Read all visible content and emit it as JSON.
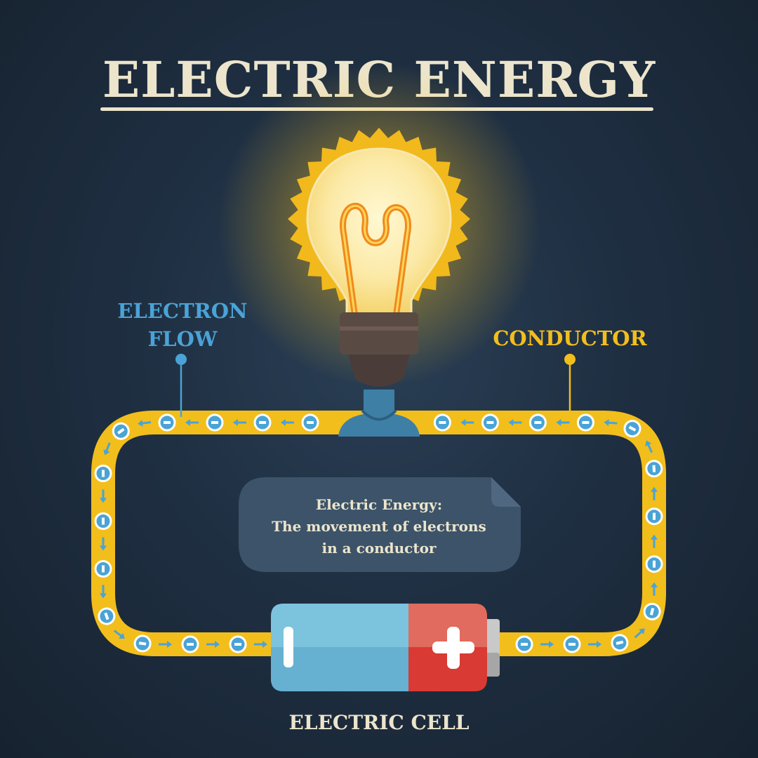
{
  "title": "ELECTRIC ENERGY",
  "labels": {
    "electron_flow_line1": "ELECTRON",
    "electron_flow_line2": "FLOW",
    "conductor": "CONDUCTOR",
    "electric_cell": "ELECTRIC CELL"
  },
  "note": {
    "line1": "Electric Energy:",
    "line2": "The movement of electrons",
    "line3": "in a conductor"
  },
  "colors": {
    "background": "#1f2f42",
    "conductor": "#f2be1c",
    "electron": "#4aa3d6",
    "title_text": "#ece5cc",
    "bulb_glow": "#ffd23f",
    "battery_negative": "#7cc3de",
    "battery_positive": "#d93a33"
  },
  "icons": {
    "bulb": "light-bulb-icon",
    "battery": "battery-icon",
    "electron": "electron-minus-icon",
    "arrow": "flow-arrow-icon"
  }
}
